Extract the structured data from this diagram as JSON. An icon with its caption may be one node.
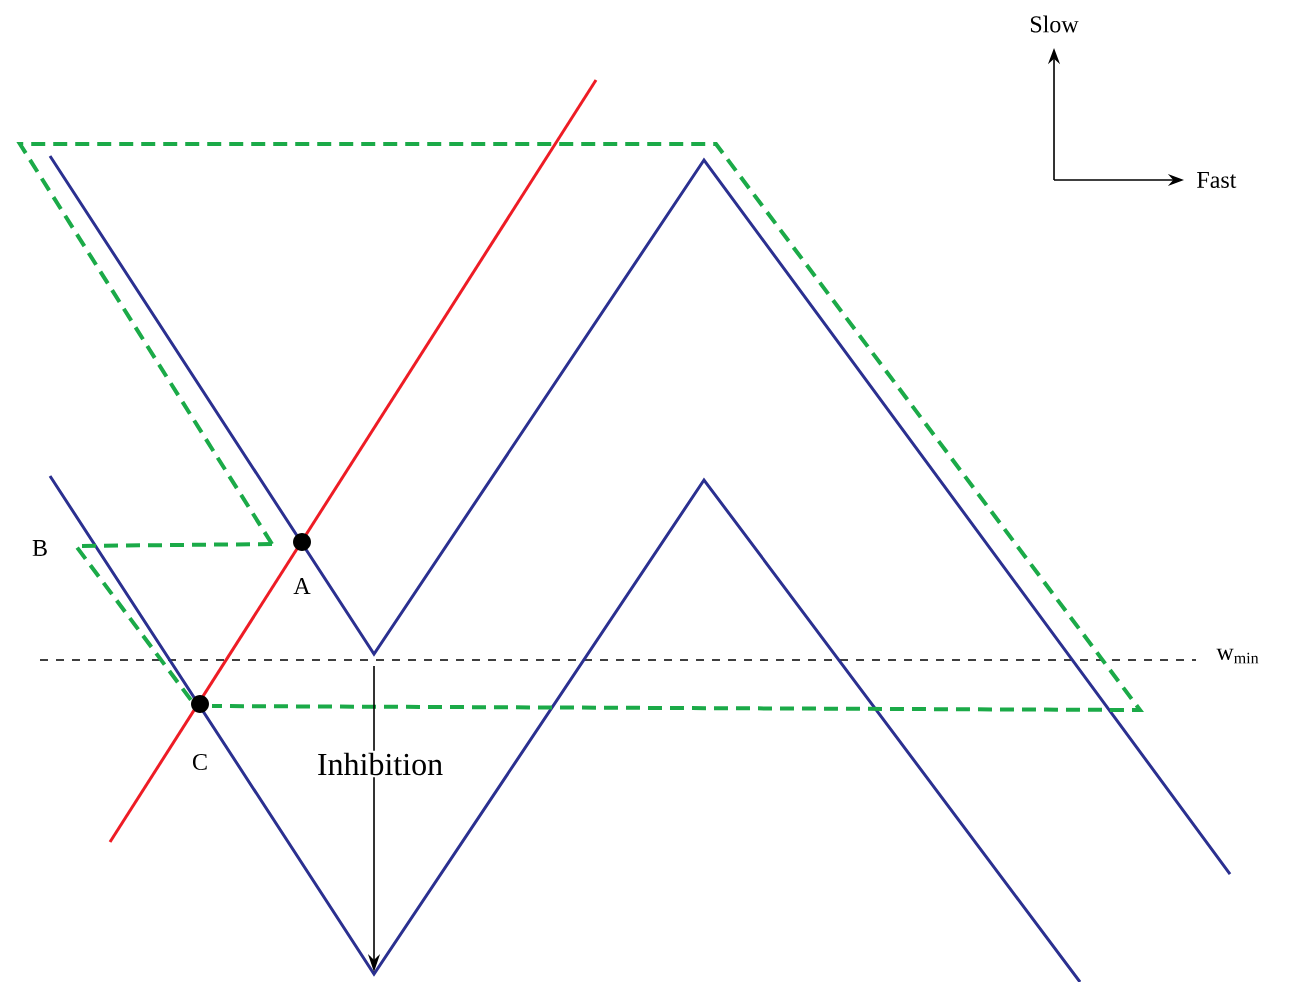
{
  "diagram": {
    "labels": [
      "Slow",
      "Fast",
      "B",
      "A",
      "w$_{min}$",
      "C",
      "Inhibition"
    ]
  }
}
